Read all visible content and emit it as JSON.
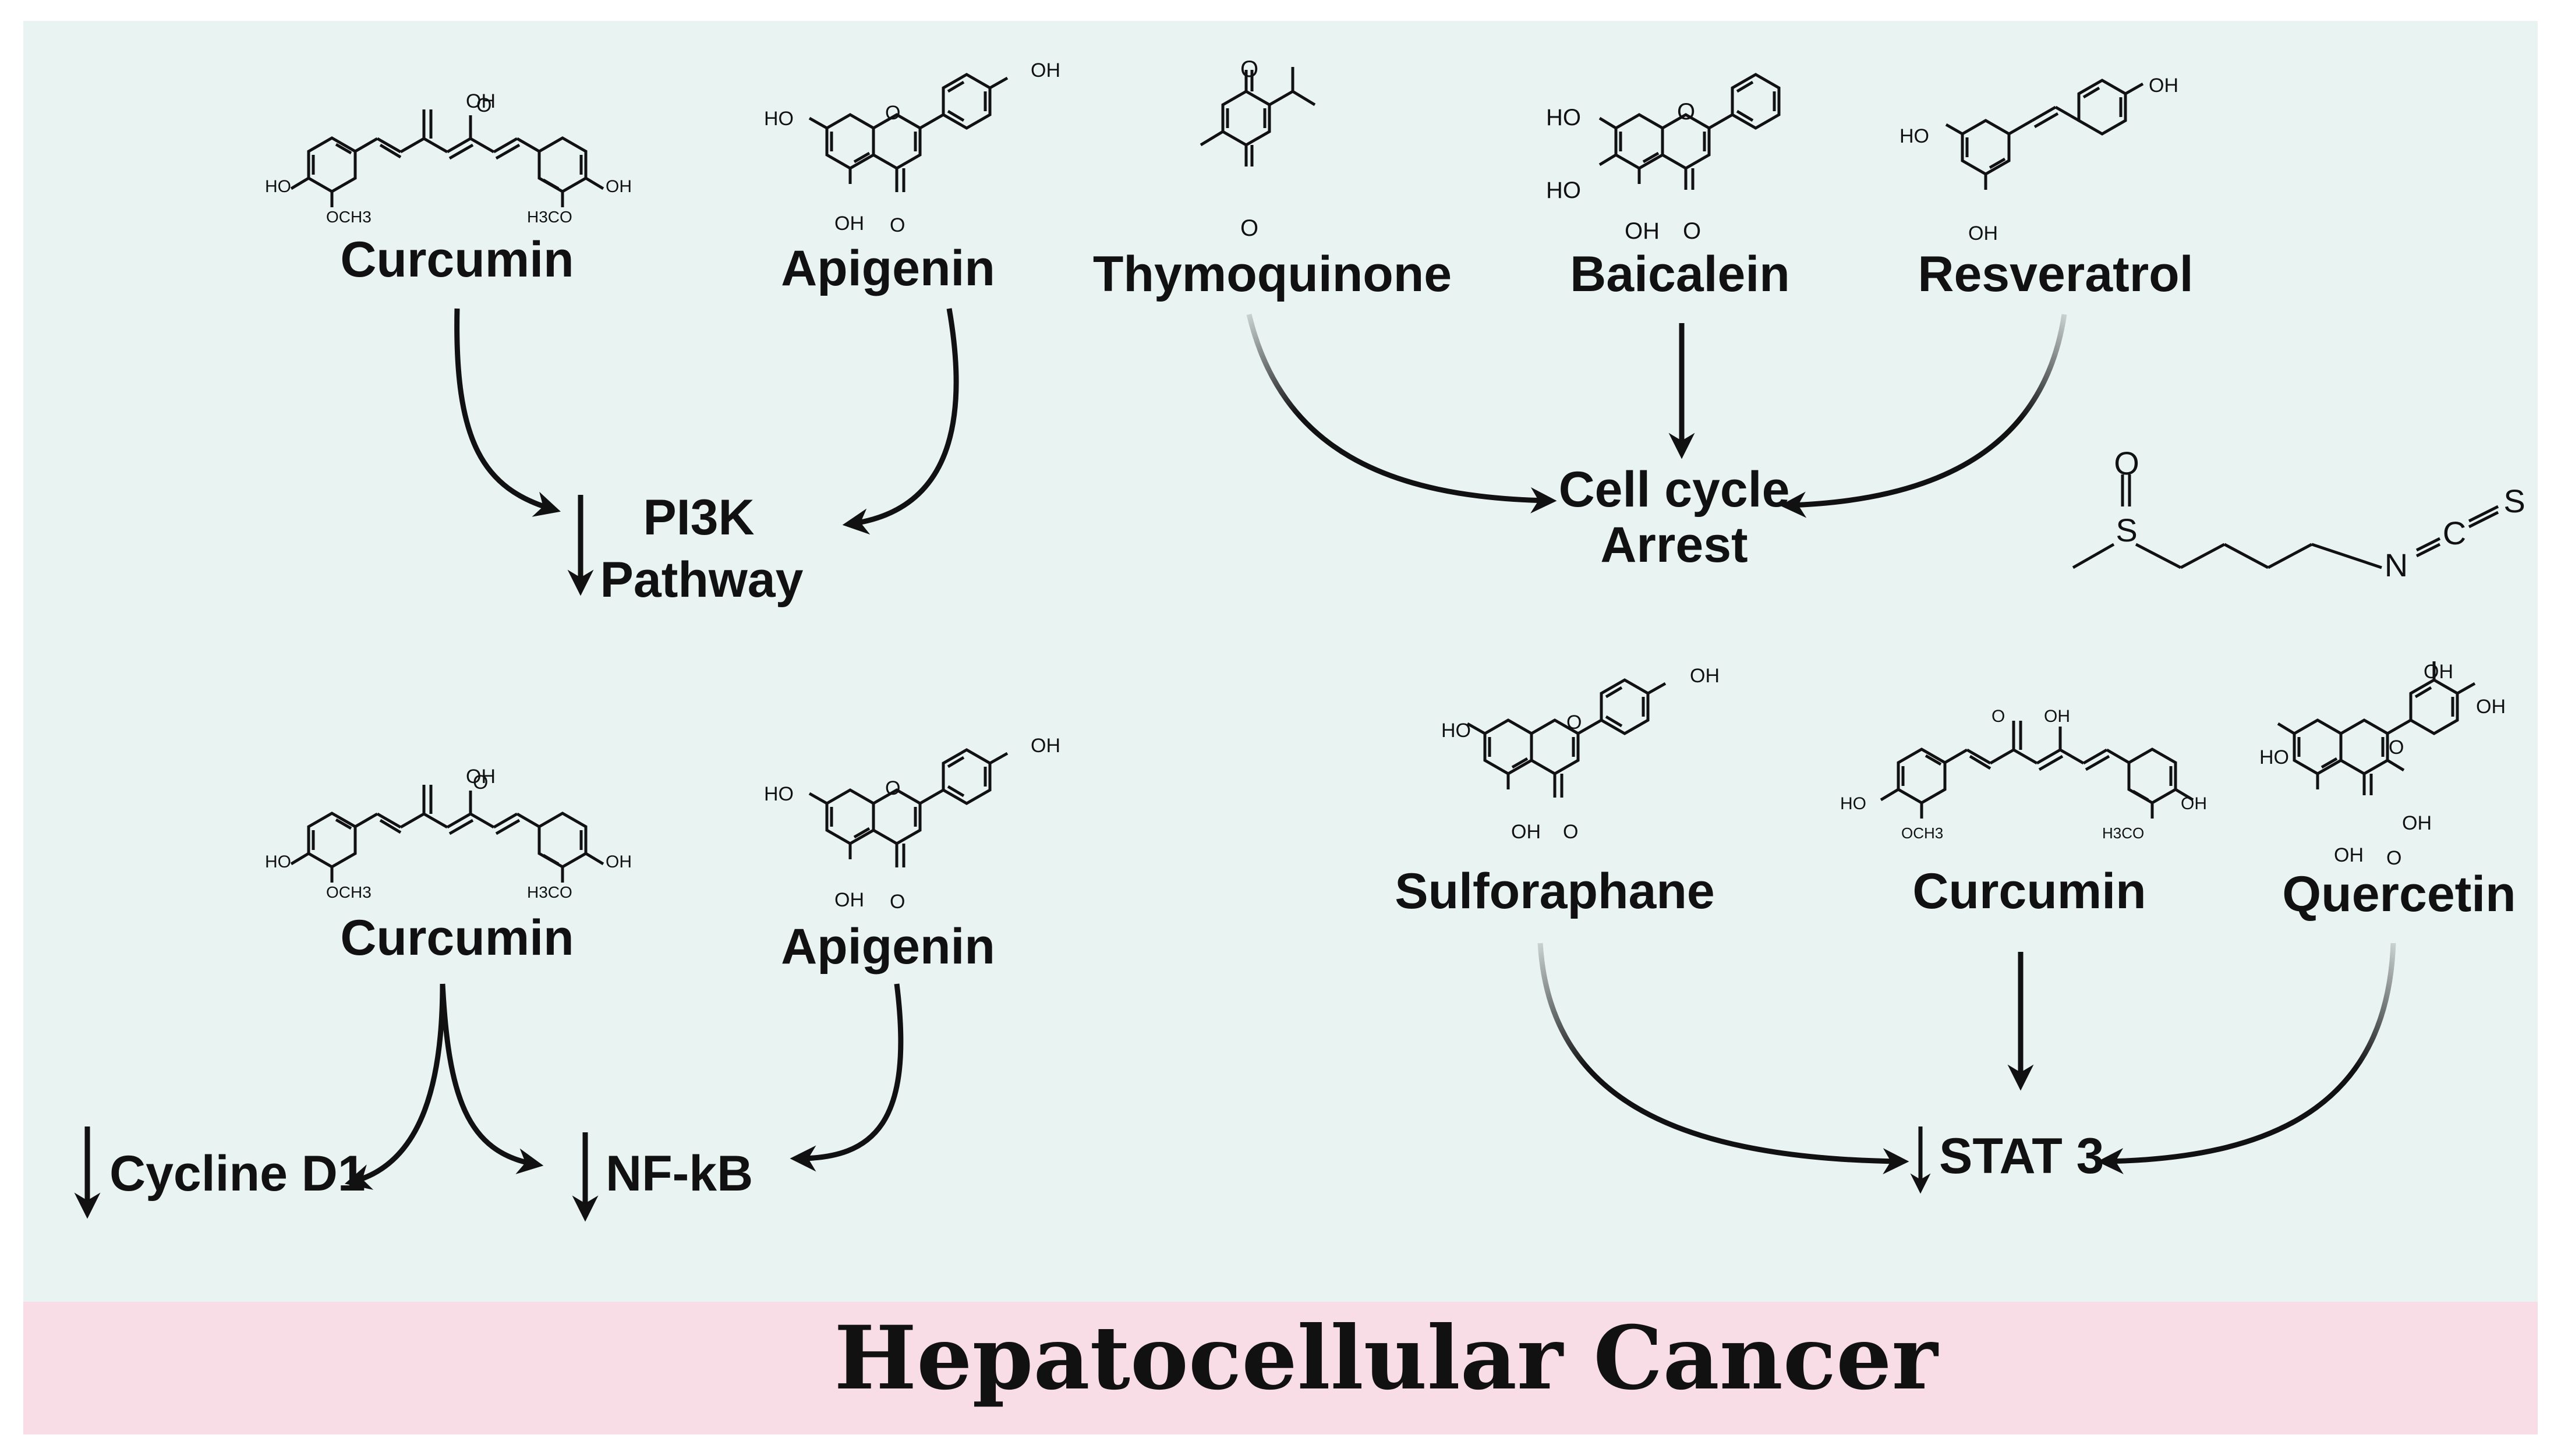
{
  "colors": {
    "panel_bg": "#e9f4f2",
    "banner_bg": "#f9dde6",
    "ink": "#111111"
  },
  "banner": {
    "title": "Hepatocellular Cancer"
  },
  "compounds": {
    "curcumin_top": "Curcumin",
    "apigenin_top": "Apigenin",
    "thymoquinone": "Thymoquinone",
    "baicalein": "Baicalein",
    "resveratrol": "Resveratrol",
    "curcumin_bottom": "Curcumin",
    "apigenin_bottom": "Apigenin",
    "sulforaphane": "Sulforaphane",
    "curcumin_right": "Curcumin",
    "quercetin": "Quercetin"
  },
  "targets": {
    "pi3k_line1": "PI3K",
    "pi3k_line2": "Pathway",
    "cell_cycle_line1": "Cell cycle",
    "cell_cycle_line2": "Arrest",
    "cycline": "Cycline D1",
    "nfkb": "NF-kB",
    "stat3": "STAT 3"
  },
  "atoms": {
    "oh": "OH",
    "ho": "HO",
    "o": "O",
    "och3": "OCH3",
    "h3co": "H3CO",
    "s": "S",
    "n": "N",
    "c": "C"
  },
  "icons": [
    "down-arrow-icon",
    "curved-arrow-icon",
    "molecule-structure-icon"
  ]
}
